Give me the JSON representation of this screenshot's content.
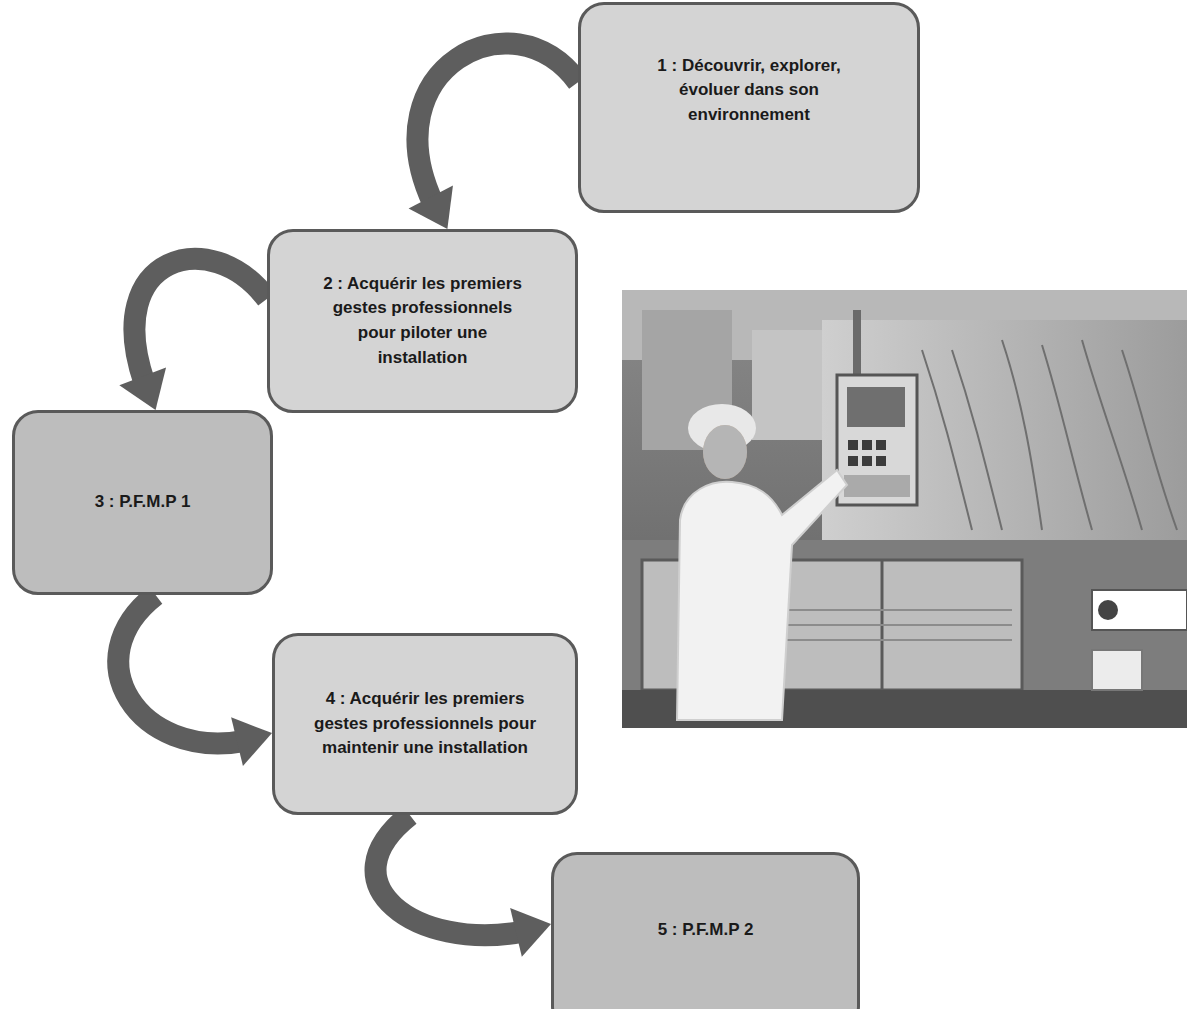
{
  "diagram": {
    "nodes": [
      {
        "text": [
          "1 : Découvrir, explorer, évoluer dans son environnement"
        ]
      },
      {
        "text": [
          "2 : Acquérir les premiers gestes professionnels pour piloter une installation"
        ]
      },
      {
        "text": [
          "3 : P.F.M.P 1"
        ]
      },
      {
        "text": [
          "4 : Acquérir les premiers gestes professionnels pour maintenir une installation"
        ]
      },
      {
        "text": [
          "5 : P.F.M.P 2"
        ]
      }
    ],
    "edges": [
      {
        "from": 0,
        "to": 1,
        "arrow": "to"
      },
      {
        "from": 1,
        "to": 2,
        "arrow": "to"
      },
      {
        "from": 2,
        "to": 3,
        "arrow": "to"
      },
      {
        "from": 3,
        "to": 4,
        "arrow": "to"
      }
    ]
  }
}
